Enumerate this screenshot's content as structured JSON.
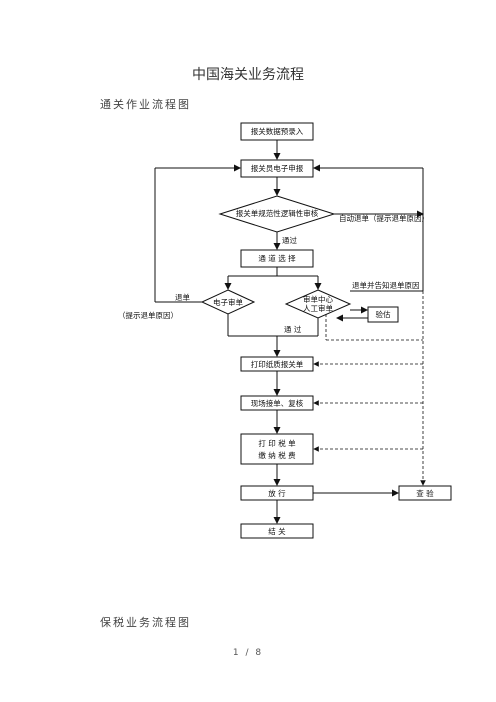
{
  "page": {
    "title": "中国海关业务流程",
    "subtitle_customs": "通关作业流程图",
    "subtitle_bonded": "保税业务流程图",
    "page_number": "1 / 8"
  },
  "flow": {
    "data_entry": "报关数据预录入",
    "e_declare": "报关员电子申报",
    "auto_check": "报关单规范性逻辑性审核",
    "auto_return": "自动退单（提示退单原因）",
    "pass1": "通过",
    "channel": "通 道 选 择",
    "return_notice": "退单并告知退单原因",
    "return_label": "退单",
    "return_hint": "（提示退单原因）",
    "e_review": "电子审单",
    "manual_review_1": "审单中心",
    "manual_review_2": "人工审单",
    "pass2": "通 过",
    "verify": "验估",
    "print_docs": "打印纸质报关单",
    "on_site": "现场接单、复核",
    "print_tax_1": "打 印 税 单",
    "print_tax_2": "缴 纳 税 费",
    "release": "放 行",
    "inspection": "查 验",
    "clearance": "结 关"
  }
}
